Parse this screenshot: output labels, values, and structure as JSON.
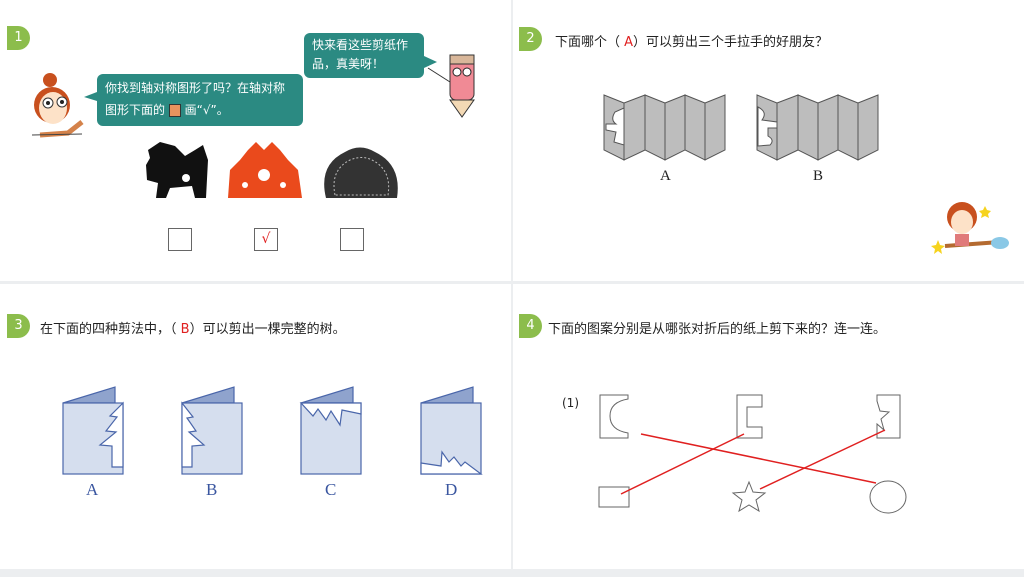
{
  "q1": {
    "number": "1",
    "bubble_left": "你找到轴对称图形了吗？在轴对称图形下面的",
    "bubble_left_tail": "画“√”。",
    "bubble_right": "快来看这些剪纸作品，真美呀！",
    "checkboxes": [
      "",
      "√",
      ""
    ],
    "images": [
      "dog-papercut",
      "rooster-papercut",
      "peach-papercut"
    ]
  },
  "q2": {
    "number": "2",
    "text_before": "下面哪个（ ",
    "answer": "A",
    "text_after": "）可以剪出三个手拉手的好朋友？",
    "options": [
      "A",
      "B"
    ]
  },
  "q3": {
    "number": "3",
    "text_before": "在下面的四种剪法中，（ ",
    "answer": "B",
    "text_after": "）可以剪出一棵完整的树。",
    "options": [
      "A",
      "B",
      "C",
      "D"
    ]
  },
  "q4": {
    "number": "4",
    "text": "下面的图案分别是从哪张对折后的纸上剪下来的？连一连。",
    "sub": "(1)"
  },
  "colors": {
    "accent": "#8cbd4c",
    "bubble": "#2b8a82",
    "answer": "#e02020",
    "card": "#d5deee",
    "card_flap": "#8fa3cd",
    "card_line": "#4a66aa"
  }
}
